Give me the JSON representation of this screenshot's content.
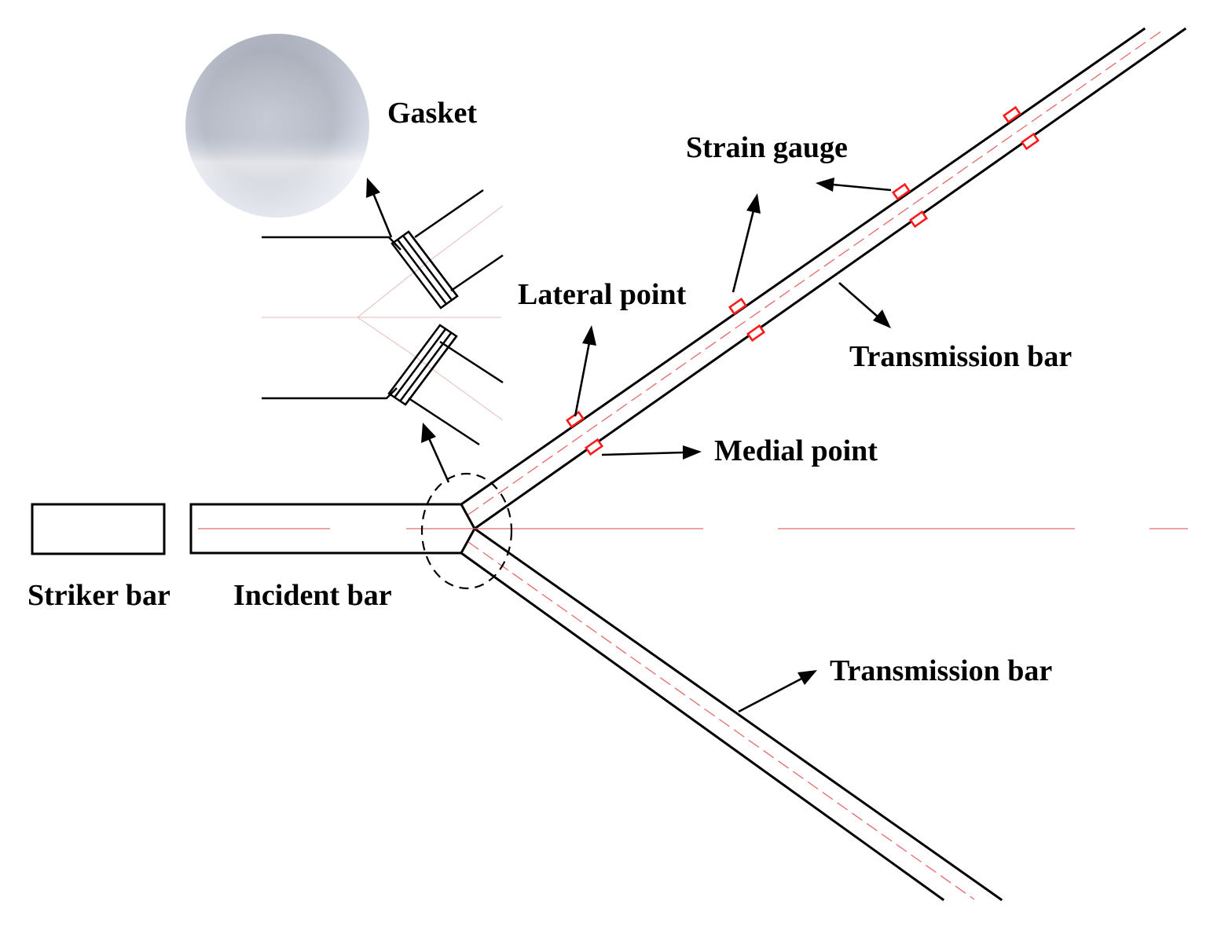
{
  "labels": {
    "gasket": "Gasket",
    "strain_gauge": "Strain gauge",
    "lateral_point": "Lateral point",
    "transmission_bar_upper": "Transmission bar",
    "medial_point": "Medial point",
    "striker_bar": "Striker bar",
    "incident_bar": "Incident bar",
    "transmission_bar_lower": "Transmission bar"
  },
  "colors": {
    "strain_gauge": "#ff1a1a",
    "centerline": "#e36a6a",
    "outline": "#000000"
  }
}
